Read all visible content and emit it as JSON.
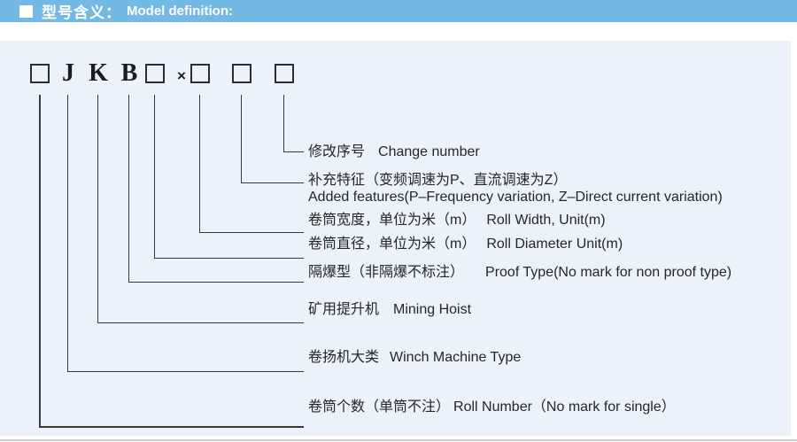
{
  "header": {
    "bullet_icon": "filled-square",
    "title_zh": "型号含义：",
    "title_en": "Model definition:"
  },
  "model_code": {
    "box_placeholder": "□",
    "letter_j": "J",
    "letter_k": "K",
    "letter_b": "B",
    "multiply_sign": "×"
  },
  "definitions": [
    {
      "id": "change-number",
      "zh": "修改序号",
      "en": "Change number"
    },
    {
      "id": "added-features",
      "zh": "补充特征（变频调速为P、直流调速为Z）",
      "en": "Added features(P–Frequency variation, Z–Direct current variation)"
    },
    {
      "id": "roll-width",
      "zh": "卷筒宽度，单位为米（m）",
      "en": "Roll Width, Unit(m)"
    },
    {
      "id": "roll-diameter",
      "zh": "卷筒直径，单位为米（m）",
      "en": "Roll Diameter Unit(m)"
    },
    {
      "id": "proof-type",
      "zh": "隔爆型（非隔爆不标注）",
      "en": "Proof Type(No mark for non proof type)"
    },
    {
      "id": "mining-hoist",
      "zh": "矿用提升机",
      "en": "Mining Hoist"
    },
    {
      "id": "winch-type",
      "zh": "卷扬机大类",
      "en": "Winch Machine Type"
    },
    {
      "id": "roll-number",
      "zh": "卷筒个数（单筒不注）",
      "en": "Roll Number（No mark for single）"
    }
  ],
  "colors": {
    "header_bg": "#74B8E4",
    "content_bg": "#EBF2FA",
    "line": "#3A3A3A",
    "text": "#262626",
    "title_text": "#FFFFFF"
  }
}
